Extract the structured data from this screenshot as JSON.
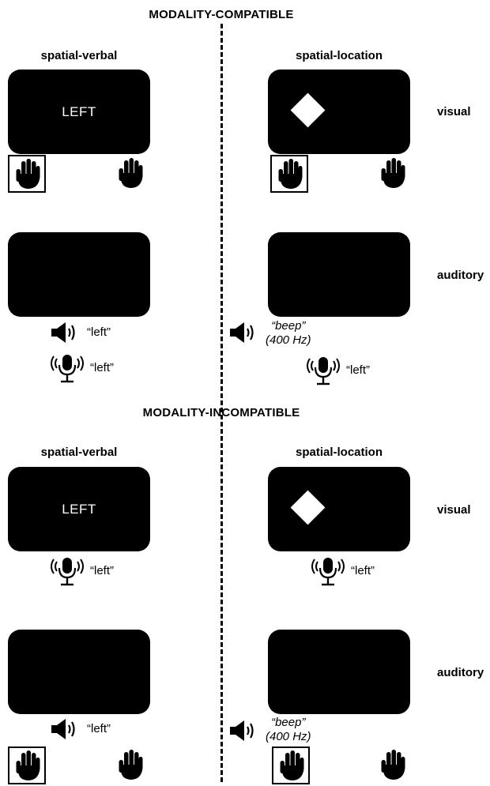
{
  "sections": [
    {
      "heading": "MODALITY-COMPATIBLE",
      "left_column": "spatial-verbal",
      "right_column": "spatial-location",
      "visual_row_label": "visual",
      "auditory_row_label": "auditory",
      "visual_left_screen_text": "LEFT",
      "auditory_left_speaker_text": "“left”",
      "auditory_left_mic_text": "“left”",
      "auditory_right_beep_line1": "“beep”",
      "auditory_right_beep_line2": "(400 Hz)",
      "auditory_right_mic_text": "“left”"
    },
    {
      "heading": "MODALITY-INCOMPATIBLE",
      "left_column": "spatial-verbal",
      "right_column": "spatial-location",
      "visual_row_label": "visual",
      "auditory_row_label": "auditory",
      "visual_left_screen_text": "LEFT",
      "visual_left_mic_text": "“left”",
      "visual_right_mic_text": "“left”",
      "auditory_left_speaker_text": "“left”",
      "auditory_right_beep_line1": "“beep”",
      "auditory_right_beep_line2": "(400 Hz)"
    }
  ],
  "icons": {
    "hand": "hand-icon",
    "speaker": "speaker-icon",
    "microphone": "microphone-icon",
    "stimulus_shape": "diamond"
  },
  "colors": {
    "screen": "#000000",
    "screen_text": "#ffffff",
    "background": "#ffffff"
  }
}
